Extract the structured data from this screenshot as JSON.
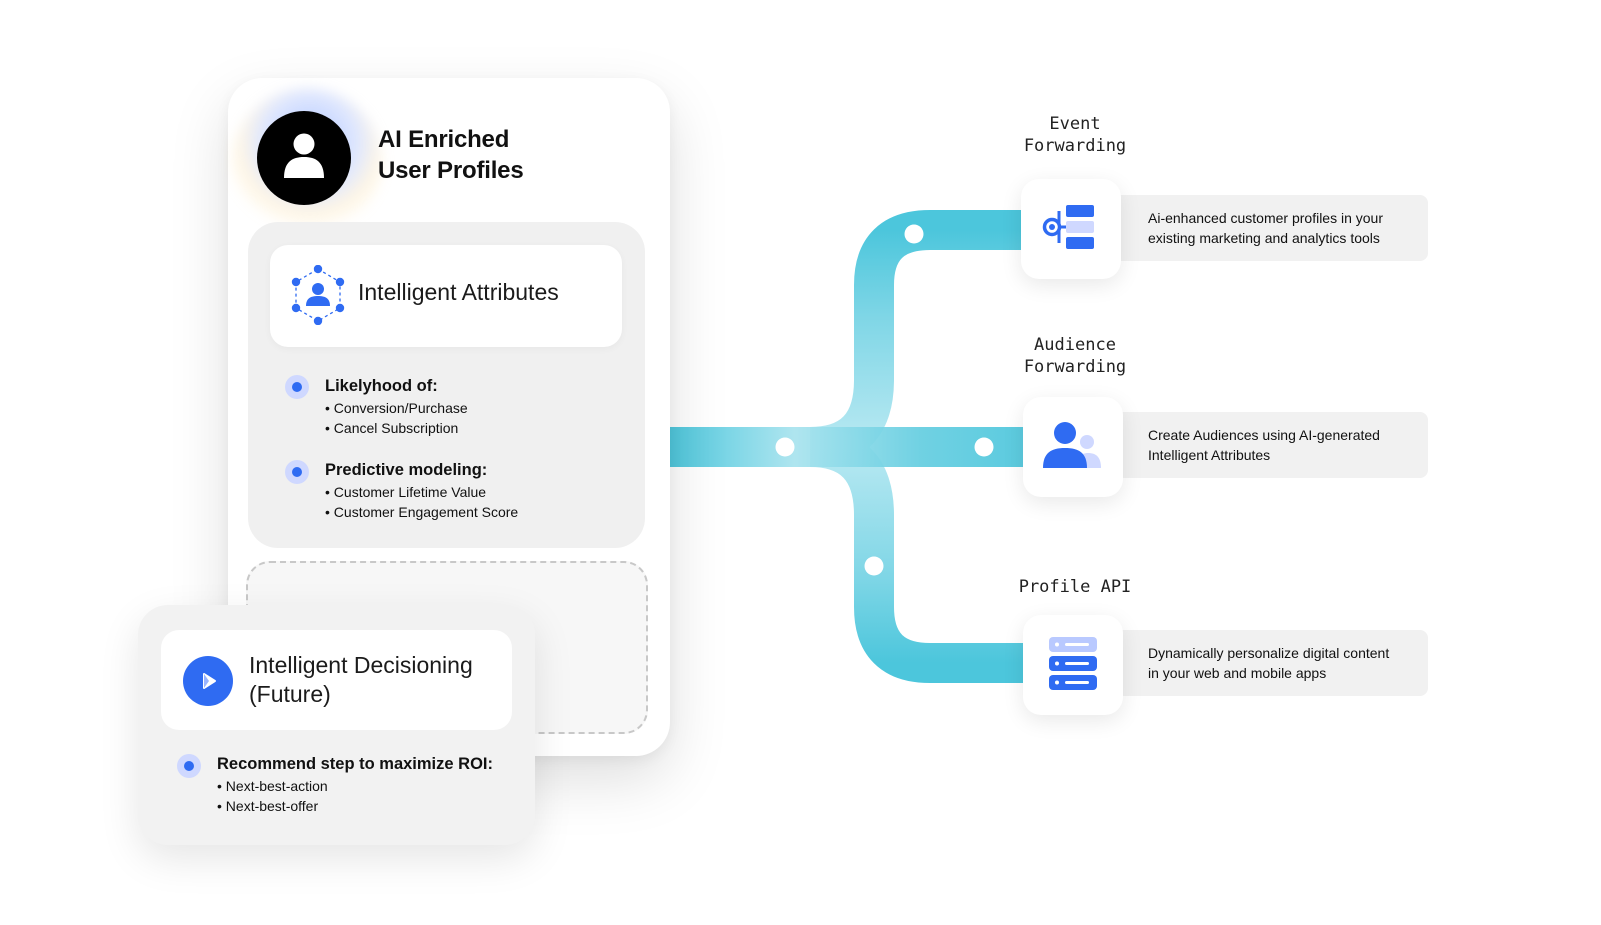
{
  "profile": {
    "title_line1": "AI Enriched",
    "title_line2": "User Profiles",
    "avatar_icon": "user-icon"
  },
  "intelligent_attributes": {
    "title": "Intelligent Attributes",
    "icon": "network-person-icon",
    "groups": [
      {
        "heading": "Likelyhood of:",
        "items": [
          "• Conversion/Purchase",
          "• Cancel Subscription"
        ]
      },
      {
        "heading": "Predictive modeling:",
        "items": [
          "• Customer Lifetime Value",
          "• Customer Engagement Score"
        ]
      }
    ]
  },
  "intelligent_decisioning": {
    "title_line1": "Intelligent Decisioning",
    "title_line2": "(Future)",
    "icon": "play-arrow-icon",
    "group": {
      "heading": "Recommend step to maximize ROI:",
      "items": [
        "• Next-best-action",
        "• Next-best-offer"
      ]
    }
  },
  "destinations": [
    {
      "label_lines": [
        "Event",
        "Forwarding"
      ],
      "icon": "event-forwarding-icon",
      "description_lines": [
        "Ai-enhanced customer profiles in your",
        "existing marketing and analytics tools"
      ]
    },
    {
      "label_lines": [
        "Audience",
        "Forwarding"
      ],
      "icon": "audience-icon",
      "description_lines": [
        "Create Audiences using AI-generated",
        "Intelligent Attributes"
      ]
    },
    {
      "label_lines": [
        "Profile API"
      ],
      "icon": "server-stack-icon",
      "description_lines": [
        "Dynamically personalize digital content",
        "in your web and mobile apps"
      ]
    }
  ],
  "colors": {
    "accent_blue": "#2f6bf2",
    "light_blue": "#cfd8ff",
    "connector_cyan": "#4cc6dc"
  }
}
